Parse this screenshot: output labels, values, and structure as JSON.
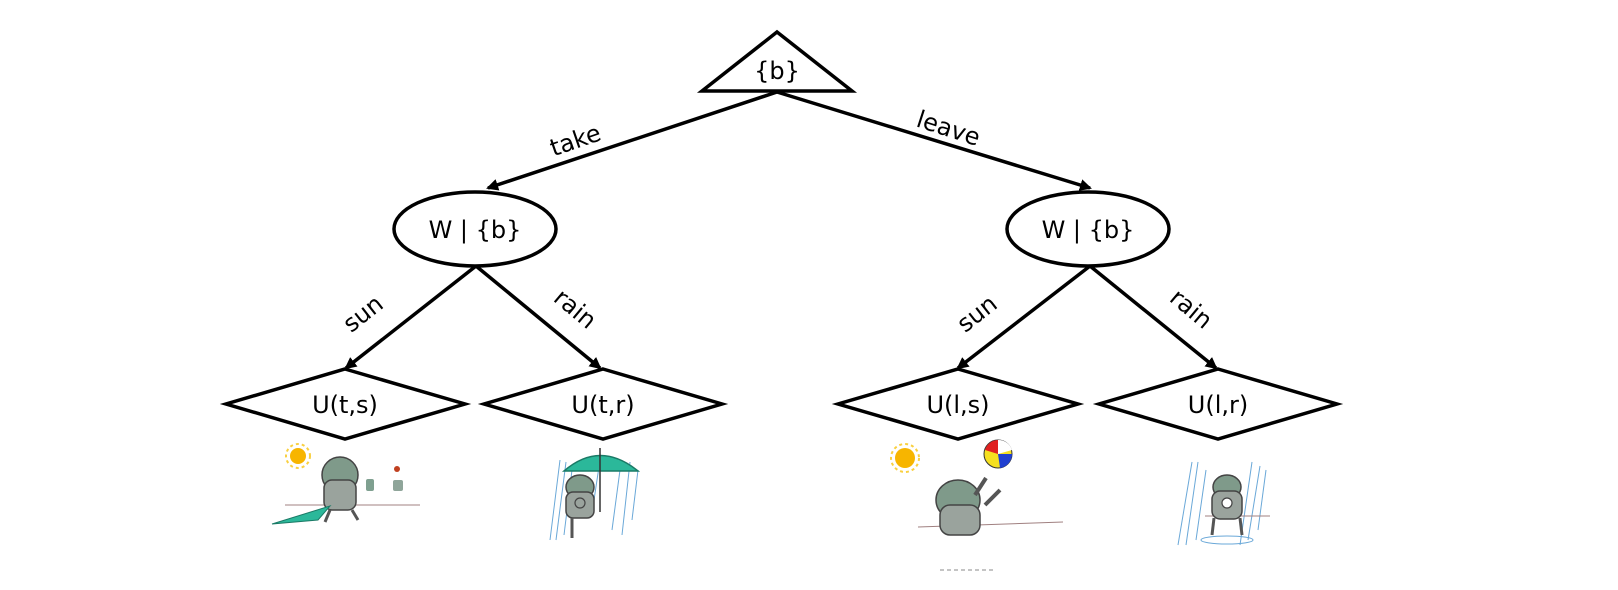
{
  "diagram": {
    "type": "expectimax decision tree",
    "root": {
      "shape": "triangle",
      "label": "{b}"
    },
    "actions": [
      {
        "label": "take",
        "chance_node": {
          "shape": "ellipse",
          "label": "W | {b}"
        }
      },
      {
        "label": "leave",
        "chance_node": {
          "shape": "ellipse",
          "label": "W | {b}"
        }
      }
    ],
    "outcomes": [
      {
        "edge_label": "sun",
        "utility": "U(t,s)",
        "illustration": "robot-sunny-with-closed-umbrella"
      },
      {
        "edge_label": "rain",
        "utility": "U(t,r)",
        "illustration": "robot-rain-with-umbrella"
      },
      {
        "edge_label": "sun",
        "utility": "U(l,s)",
        "illustration": "robot-sunny-playing-beach-ball"
      },
      {
        "edge_label": "rain",
        "utility": "U(l,r)",
        "illustration": "robot-rain-wet"
      }
    ],
    "colors": {
      "line": "#000000",
      "umbrella": "#2bb89a",
      "sun": "#f7b500",
      "rain": "#4a90c8",
      "robot_body": "#9aa39d",
      "ball_red": "#e02020",
      "ball_yellow": "#f5e020",
      "ball_blue": "#2040d0"
    }
  }
}
